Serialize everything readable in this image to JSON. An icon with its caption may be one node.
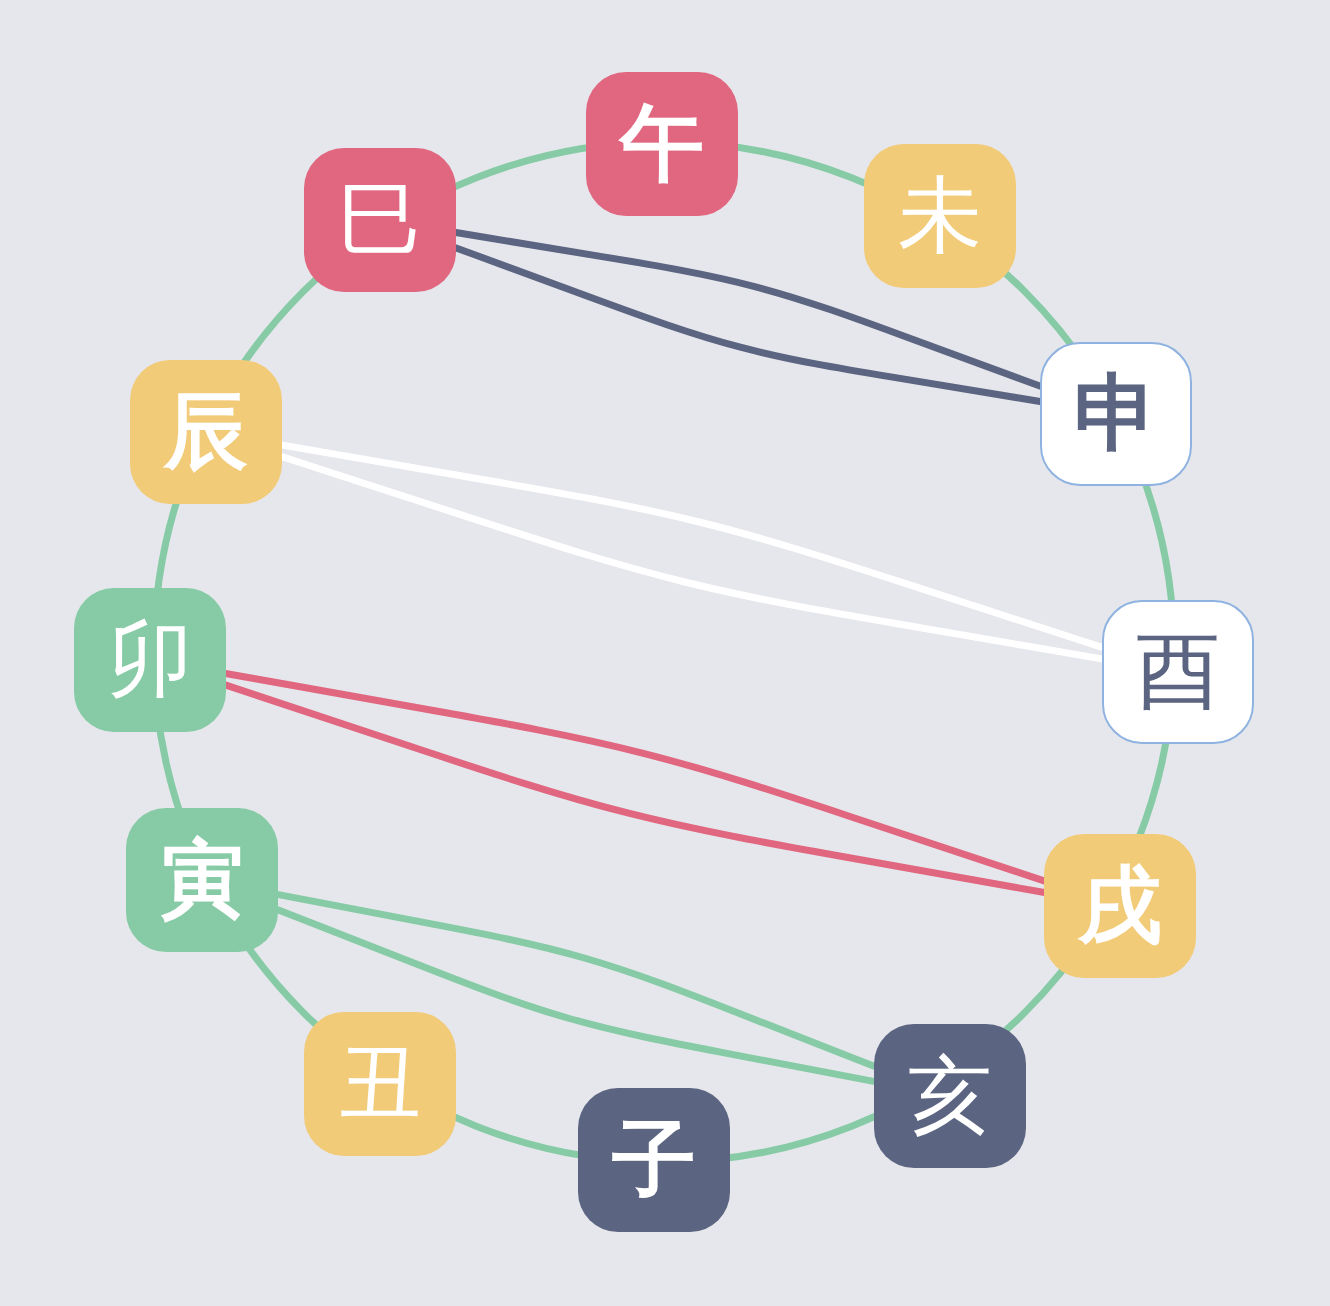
{
  "diagram": {
    "nodes": [
      {
        "text": [
          "午"
        ]
      },
      {
        "text": [
          "未"
        ]
      },
      {
        "text": [
          "申"
        ]
      },
      {
        "text": [
          "酉"
        ]
      },
      {
        "text": [
          "戌"
        ]
      },
      {
        "text": [
          "亥"
        ]
      },
      {
        "text": [
          "子"
        ]
      },
      {
        "text": [
          "丑"
        ]
      },
      {
        "text": [
          "寅"
        ]
      },
      {
        "text": [
          "卯"
        ]
      },
      {
        "text": [
          "辰"
        ]
      },
      {
        "text": [
          "巳"
        ]
      }
    ],
    "edges": [
      {
        "from": 11,
        "to": 2,
        "arrow": "none",
        "color": "#5b6480"
      },
      {
        "from": 11,
        "to": 2,
        "arrow": "none",
        "color": "#5b6480"
      },
      {
        "from": 10,
        "to": 3,
        "arrow": "none",
        "color": "#ffffff"
      },
      {
        "from": 10,
        "to": 3,
        "arrow": "none",
        "color": "#ffffff"
      },
      {
        "from": 9,
        "to": 4,
        "arrow": "none",
        "color": "#e0677f"
      },
      {
        "from": 9,
        "to": 4,
        "arrow": "none",
        "color": "#e0677f"
      },
      {
        "from": 8,
        "to": 5,
        "arrow": "none",
        "color": "#86cba5"
      },
      {
        "from": 8,
        "to": 5,
        "arrow": "none",
        "color": "#86cba5"
      }
    ]
  }
}
